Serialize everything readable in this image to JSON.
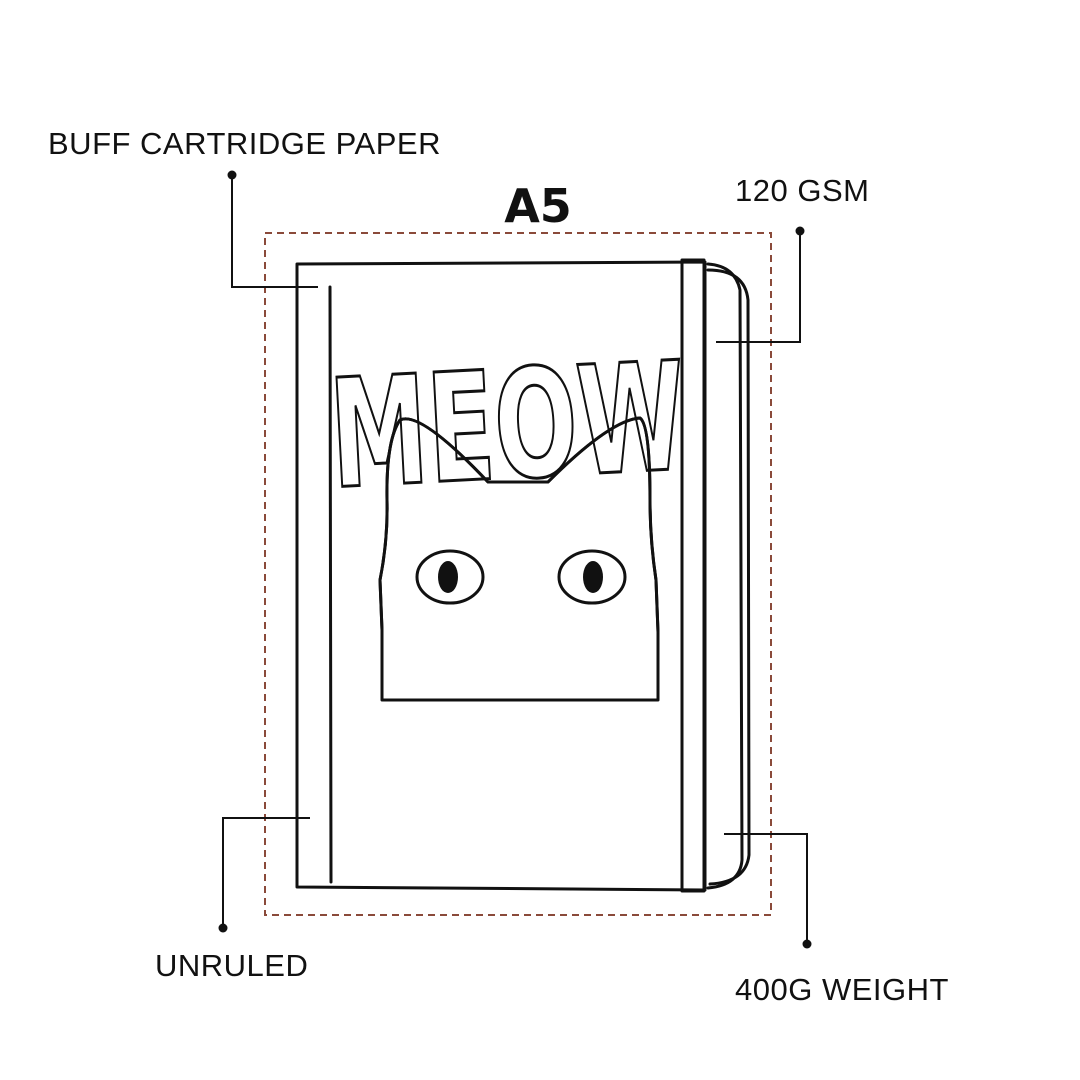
{
  "title": "A5",
  "callouts": {
    "paper": "BUFF CARTRIDGE PAPER",
    "gsm": "120 GSM",
    "ruling": "UNRULED",
    "weight": "400G WEIGHT"
  },
  "cover": {
    "text": "MEOW"
  },
  "colors": {
    "dashed_outline": "#8a4a3a",
    "ink": "#111111"
  }
}
